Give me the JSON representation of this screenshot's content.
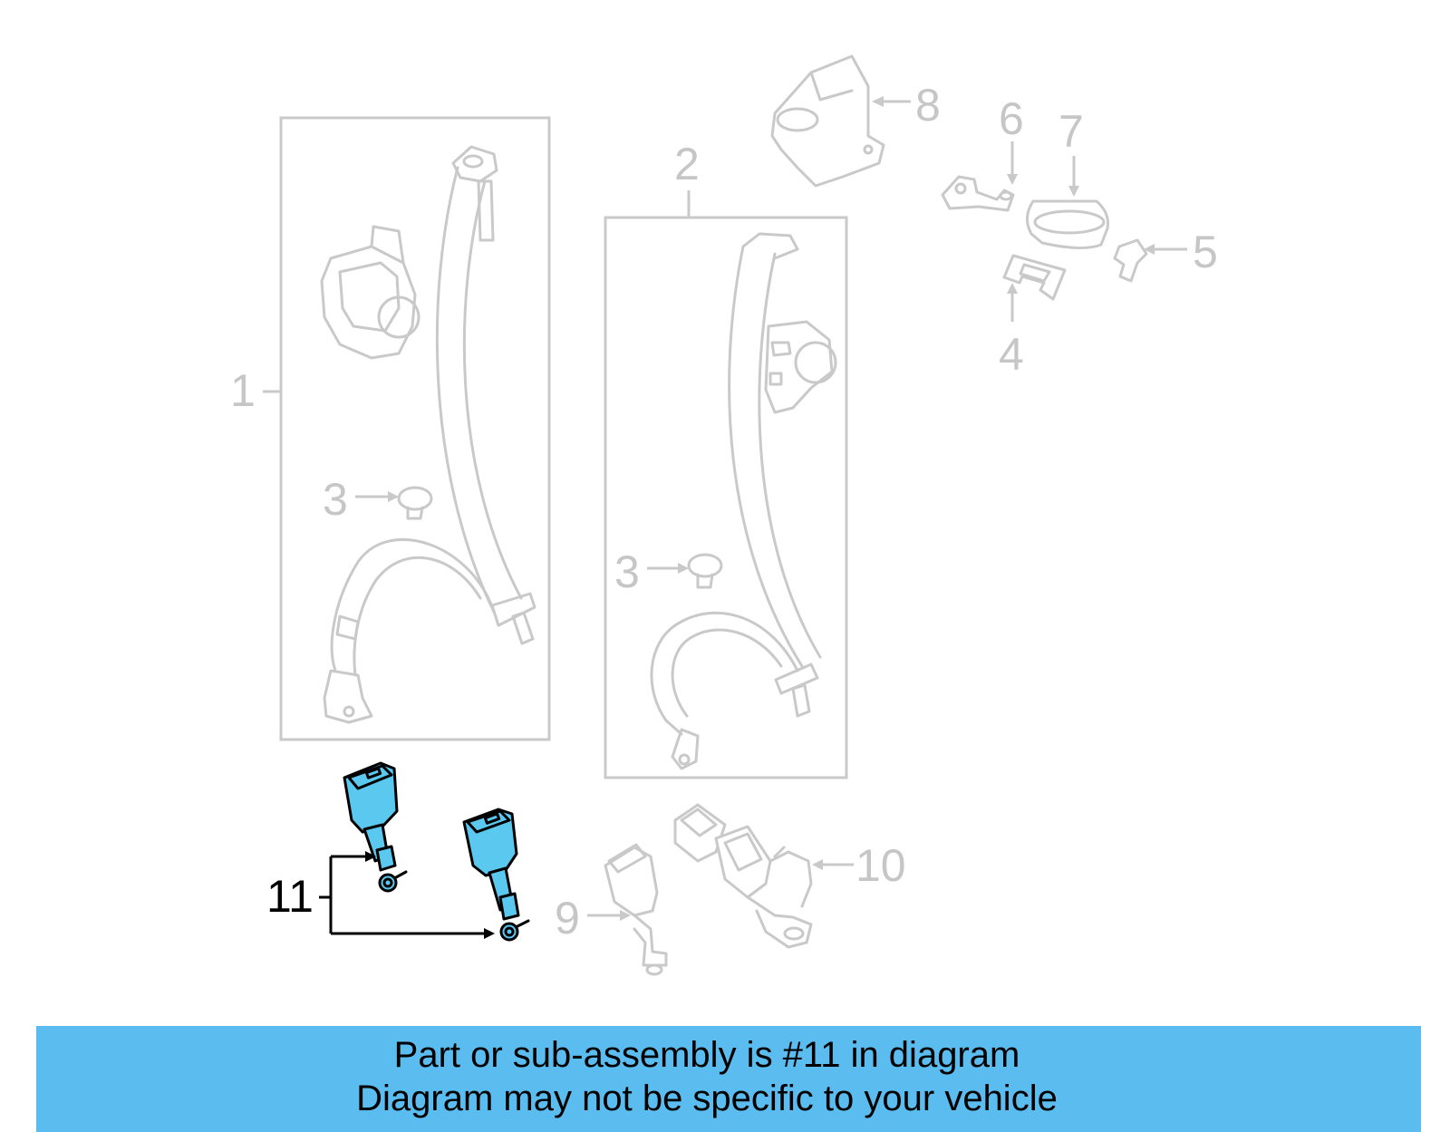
{
  "diagram": {
    "callouts": {
      "c1": "1",
      "c2": "2",
      "c3a": "3",
      "c3b": "3",
      "c4": "4",
      "c5": "5",
      "c6": "6",
      "c7": "7",
      "c8": "8",
      "c9": "9",
      "c10": "10",
      "c11": "11"
    },
    "highlighted_part": "11",
    "colors": {
      "highlight_fill": "#5bc8f0",
      "ghost_parts": "#c9c9c9",
      "banner": "#5bbcf0"
    }
  },
  "banner": {
    "line1": "Part or sub-assembly is #11 in diagram",
    "line2": "Diagram may not be specific to your vehicle"
  }
}
